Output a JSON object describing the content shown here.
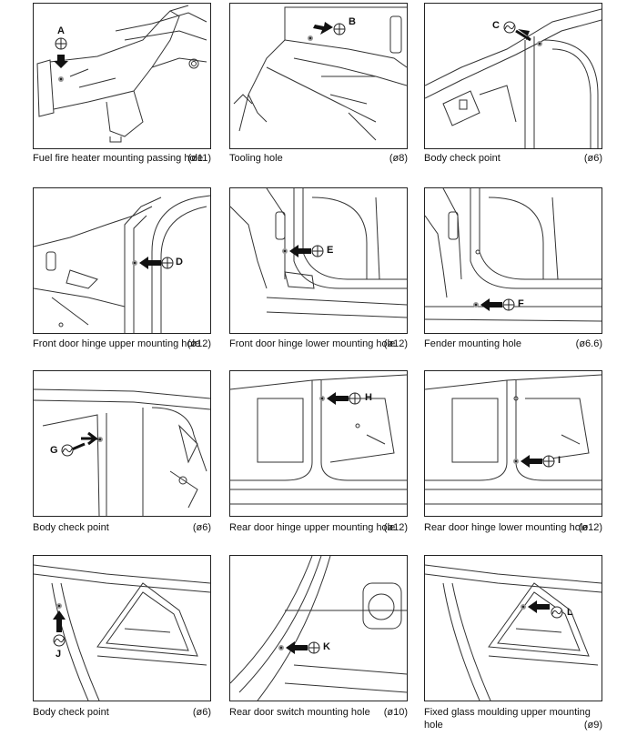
{
  "figures": [
    {
      "id": "fig-1",
      "label": "A",
      "caption": "Fuel fire heater mounting passing hole",
      "diameter": "(ø11)",
      "symbol": "crosshair",
      "lines": 2
    },
    {
      "id": "fig-2",
      "label": "B",
      "caption": "Tooling hole",
      "diameter": "(ø8)",
      "symbol": "crosshair",
      "lines": 1
    },
    {
      "id": "fig-3",
      "label": "C",
      "caption": "Body check point",
      "diameter": "(ø6)",
      "symbol": "wave",
      "lines": 1
    },
    {
      "id": "fig-4",
      "label": "D",
      "caption": "Front door hinge upper mounting hole",
      "diameter": "(ø12)",
      "symbol": "crosshair",
      "lines": 2
    },
    {
      "id": "fig-5",
      "label": "E",
      "caption": "Front door hinge lower mounting hole",
      "diameter": "(ø12)",
      "symbol": "crosshair",
      "lines": 2
    },
    {
      "id": "fig-6",
      "label": "F",
      "caption": "Fender mounting hole",
      "diameter": "(ø6.6)",
      "symbol": "crosshair",
      "lines": 1
    },
    {
      "id": "fig-7",
      "label": "G",
      "caption": "Body check point",
      "diameter": "(ø6)",
      "symbol": "wave",
      "lines": 1
    },
    {
      "id": "fig-8",
      "label": "H",
      "caption": "Rear door hinge upper mounting hole",
      "diameter": "(ø12)",
      "symbol": "crosshair",
      "lines": 2
    },
    {
      "id": "fig-9",
      "label": "I",
      "caption": "Rear door hinge lower mounting hole",
      "diameter": "(ø12)",
      "symbol": "crosshair",
      "lines": 2
    },
    {
      "id": "fig-10",
      "label": "J",
      "caption": "Body check point",
      "diameter": "(ø6)",
      "symbol": "wave",
      "lines": 1
    },
    {
      "id": "fig-11",
      "label": "K",
      "caption": "Rear door switch mounting hole",
      "diameter": "(ø10)",
      "symbol": "crosshair",
      "lines": 2
    },
    {
      "id": "fig-12",
      "label": "L",
      "caption": "Fixed glass moulding upper mounting hole",
      "diameter": "(ø9)",
      "symbol": "wave",
      "lines": 2
    }
  ]
}
